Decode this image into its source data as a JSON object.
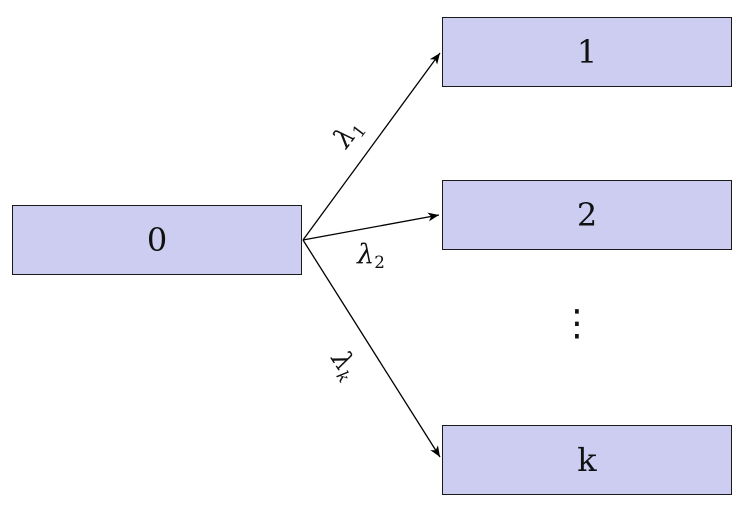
{
  "diagram": {
    "type": "state-transition-diagram",
    "nodes": [
      {
        "id": "0",
        "label": "0"
      },
      {
        "id": "1",
        "label": "1"
      },
      {
        "id": "2",
        "label": "2"
      },
      {
        "id": "k",
        "label": "k"
      }
    ],
    "edges": [
      {
        "from": "0",
        "to": "1",
        "symbol": "λ",
        "subscript": "1"
      },
      {
        "from": "0",
        "to": "2",
        "symbol": "λ",
        "subscript": "2"
      },
      {
        "from": "0",
        "to": "k",
        "symbol": "λ",
        "subscript": "k"
      }
    ],
    "ellipsis": "⋮",
    "colors": {
      "node_fill": "#cdcdf2",
      "node_border": "#1a1a1a",
      "arrow": "#000000",
      "background": "#ffffff"
    }
  }
}
